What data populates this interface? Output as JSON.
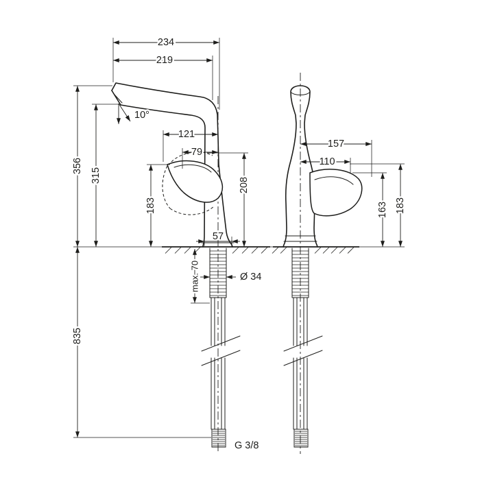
{
  "meta": {
    "type": "technical-drawing",
    "subject": "kitchen-faucet-dimension-diagram"
  },
  "colors": {
    "ink": "#1d1d1b",
    "background": "#ffffff"
  },
  "labels": {
    "left": {
      "overall_reach": "234",
      "spout_reach": "219",
      "handle_reach": "121",
      "handle_reach_min": "79",
      "spout_angle": "10°",
      "height_total": "356",
      "height_outlet": "315",
      "height_handle": "183",
      "height_body": "208",
      "base_width": "57",
      "mount_max": "max. 70",
      "shank_dia": "Ø 34",
      "hose_length": "835",
      "thread_size": "G 3/8"
    },
    "right": {
      "handle_reach": "157",
      "handle_reach_min": "110",
      "height_handle_grip": "163",
      "height_handle_tip": "183"
    }
  }
}
